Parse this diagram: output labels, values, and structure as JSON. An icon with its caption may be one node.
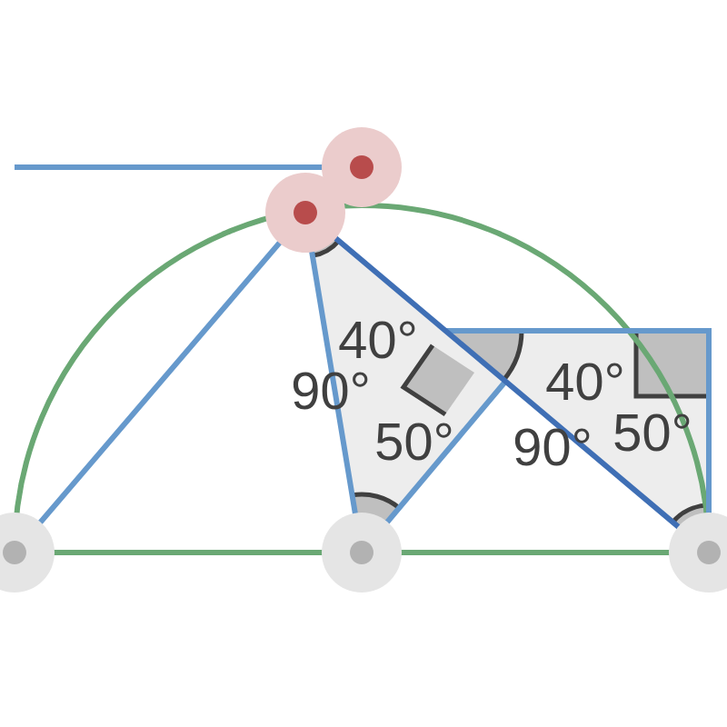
{
  "diagram": {
    "labels": [
      "40°",
      "90°",
      "50°",
      "40°",
      "90°",
      "50°"
    ]
  }
}
